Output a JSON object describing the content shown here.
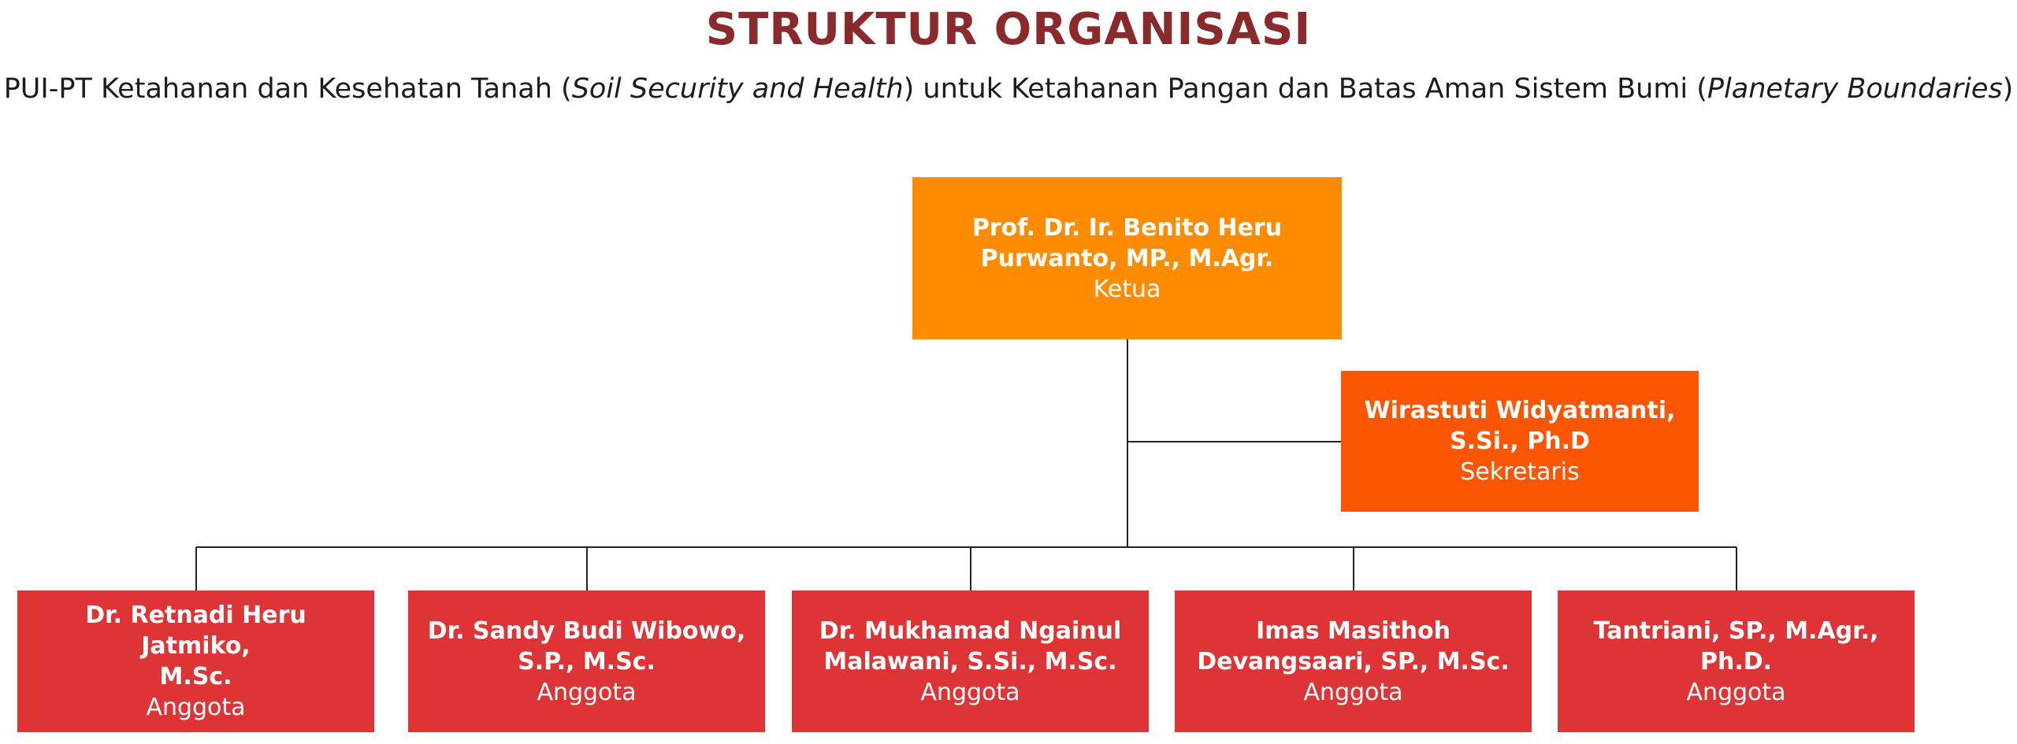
{
  "title": "STRUKTUR ORGANISASI",
  "subtitle": {
    "part1": "PUI-PT Ketahanan dan Kesehatan Tanah (",
    "italic1": "Soil Security and Health",
    "part2": ") untuk Ketahanan Pangan dan Batas Aman Sistem Bumi (",
    "italic2": "Planetary Boundaries",
    "part3": ")"
  },
  "colors": {
    "title": "#8a2a2c",
    "ketua": "#ff8c00",
    "sekretaris": "#fc5603",
    "anggota": "#de3436",
    "connector": "#222222"
  },
  "ketua": {
    "name_line1": "Prof. Dr. Ir. Benito Heru",
    "name_line2": "Purwanto, MP., M.Agr.",
    "role": "Ketua"
  },
  "sekretaris": {
    "name_line1": "Wirastuti Widyatmanti,",
    "name_line2": "S.Si., Ph.D",
    "role": "Sekretaris"
  },
  "anggota": [
    {
      "name_line1": "Dr. Retnadi Heru Jatmiko,",
      "name_line2": "M.Sc.",
      "role": "Anggota"
    },
    {
      "name_line1": "Dr. Sandy Budi Wibowo,",
      "name_line2": "S.P., M.Sc.",
      "role": "Anggota"
    },
    {
      "name_line1": "Dr. Mukhamad Ngainul",
      "name_line2": "Malawani, S.Si., M.Sc.",
      "role": "Anggota"
    },
    {
      "name_line1": "Imas Masithoh",
      "name_line2": "Devangsaari, SP., M.Sc.",
      "role": "Anggota"
    },
    {
      "name_line1": "Tantriani, SP., M.Agr., Ph.D.",
      "name_line2": "",
      "role": "Anggota"
    }
  ]
}
